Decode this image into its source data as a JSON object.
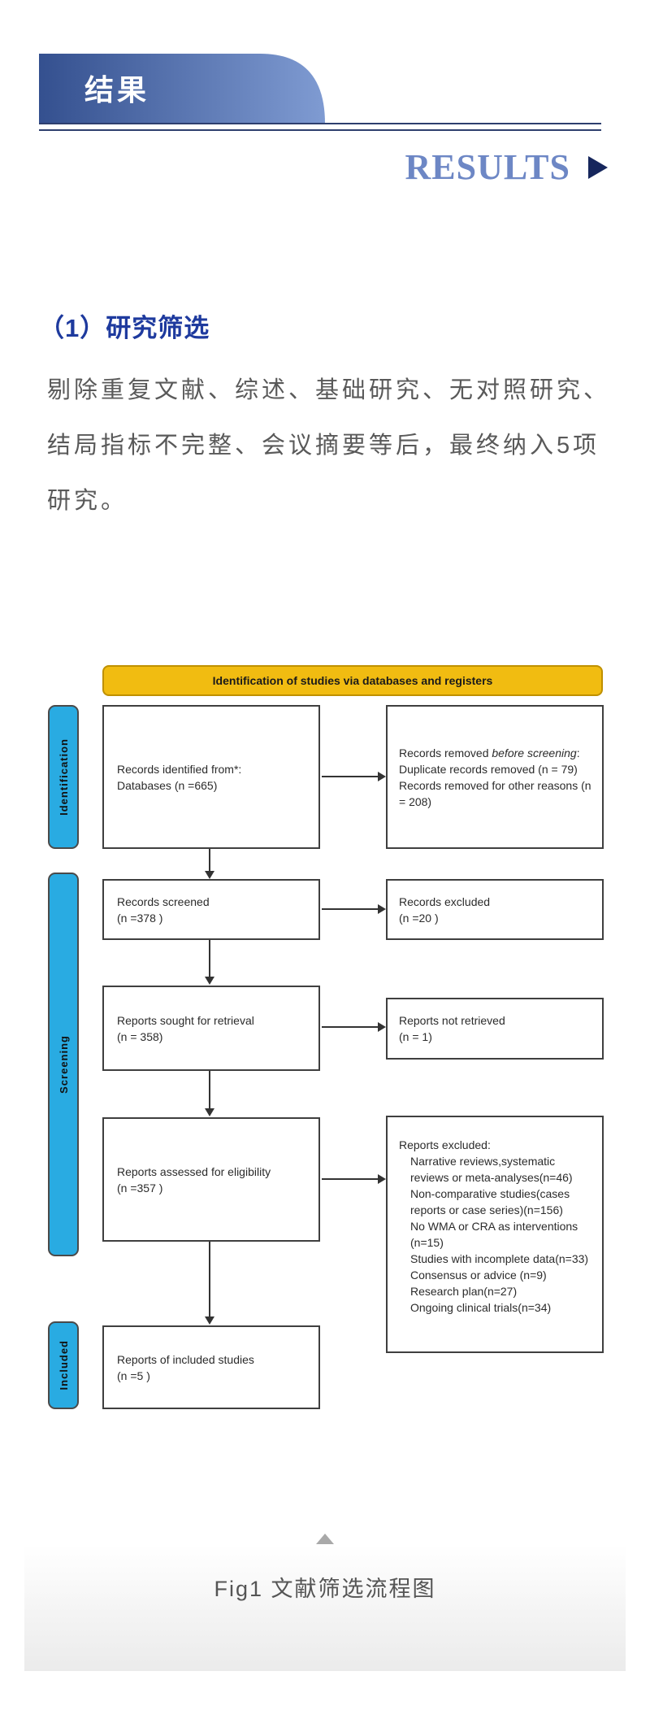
{
  "header": {
    "banner_title": "结果",
    "results_label": "RESULTS"
  },
  "section": {
    "heading": "（1）研究筛选",
    "paragraph_line1": "剔除重复文献、综述、基础研究、无对照研究、",
    "paragraph_line2": "结局指标不完整、会议摘要等后，最终纳入5项",
    "paragraph_line3": "研究。"
  },
  "flowchart": {
    "header": "Identification of studies via databases and registers",
    "stages": [
      {
        "label": "Identification"
      },
      {
        "label": "Screening"
      },
      {
        "label": "Included"
      }
    ],
    "box_identified": {
      "line1": "Records identified from*:",
      "line2": "Databases (n =665)"
    },
    "box_removed": {
      "prefix": "Records removed ",
      "italic": "before screening",
      "suffix": ":",
      "item1": "Duplicate records removed  (n = 79)",
      "item2": "Records removed for other reasons (n = 208)"
    },
    "box_screened": {
      "line1": "Records screened",
      "line2": "(n =378 )"
    },
    "box_excluded": {
      "line1": "Records excluded",
      "line2": "(n =20 )"
    },
    "box_sought": {
      "line1": "Reports sought for retrieval",
      "line2": "(n = 358)"
    },
    "box_not_retrieved": {
      "line1": "Reports not retrieved",
      "line2": "(n = 1)"
    },
    "box_assessed": {
      "line1": "Reports assessed for eligibility",
      "line2": "(n =357 )"
    },
    "box_reports_excluded": {
      "title": "Reports excluded:",
      "items": [
        "Narrative reviews,systematic reviews or meta-analyses(n=46)",
        "Non-comparative studies(cases reports or case series)(n=156)",
        "No WMA or CRA as interventions (n=15)",
        "Studies with incomplete data(n=33)",
        "Consensus or advice (n=9)",
        "Research plan(n=27)",
        "Ongoing clinical trials(n=34)"
      ]
    },
    "box_included": {
      "line1": "Reports of included studies",
      "line2": "(n =5 )"
    }
  },
  "figure": {
    "caption": "Fig1 文献筛选流程图"
  },
  "colors": {
    "banner_gradient_start": "#34508f",
    "banner_gradient_end": "#7f9bd2",
    "results_blue": "#6d87c5",
    "arrow_navy": "#16265c",
    "heading_blue": "#1e3a9e",
    "body_gray": "#595959",
    "flow_header_yellow": "#f1bc11",
    "flow_header_border": "#bf9000",
    "stage_tab_blue": "#29abe2",
    "rule_navy": "#2e3f6e"
  }
}
